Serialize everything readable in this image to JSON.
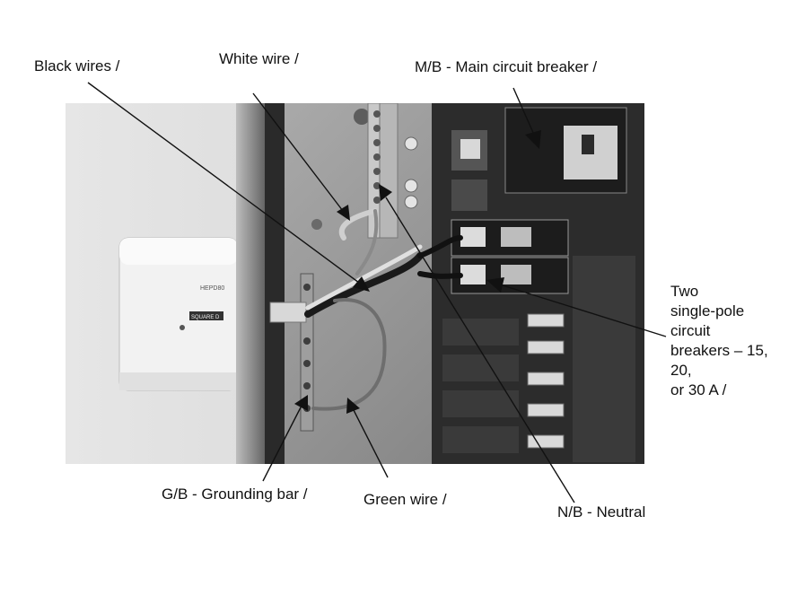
{
  "labels": {
    "black_wires": "Black wires /",
    "white_wire": "White wire /",
    "main_breaker": "M/B - Main circuit breaker /",
    "two_single_pole": [
      "Two",
      "single-pole",
      "circuit",
      "breakers – 15,",
      "20,",
      "or 30 A /"
    ],
    "grounding_bar": "G/B - Grounding bar /",
    "green_wire": "Green wire /",
    "neutral": "N/B - Neutral"
  },
  "device_text": {
    "model": "HEPD80",
    "brand": "SQUARE D"
  }
}
